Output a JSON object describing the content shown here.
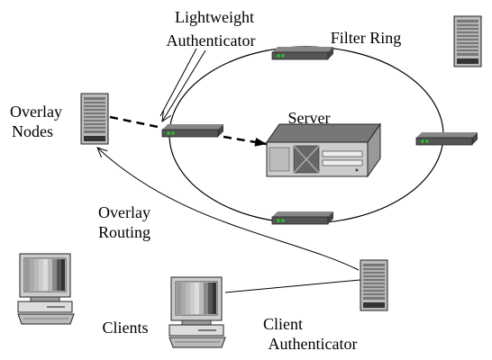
{
  "labels": {
    "lightweight_line1": "Lightweight",
    "lightweight_line2": "Authenticator",
    "filter_ring": "Filter Ring",
    "overlay_nodes_line1": "Overlay",
    "overlay_nodes_line2": "Nodes",
    "server": "Server",
    "overlay_routing_line1": "Overlay",
    "overlay_routing_line2": "Routing",
    "clients": "Clients",
    "client_auth_line1": "Client",
    "client_auth_line2": "Authenticator"
  },
  "icons": {
    "router": "router-icon",
    "tower": "server-tower-icon",
    "server": "server-box-icon",
    "client": "desktop-computer-icon"
  },
  "colors": {
    "router_light": "#22cc22",
    "device_gray": "#aaaaaa",
    "device_dark": "#333333"
  }
}
